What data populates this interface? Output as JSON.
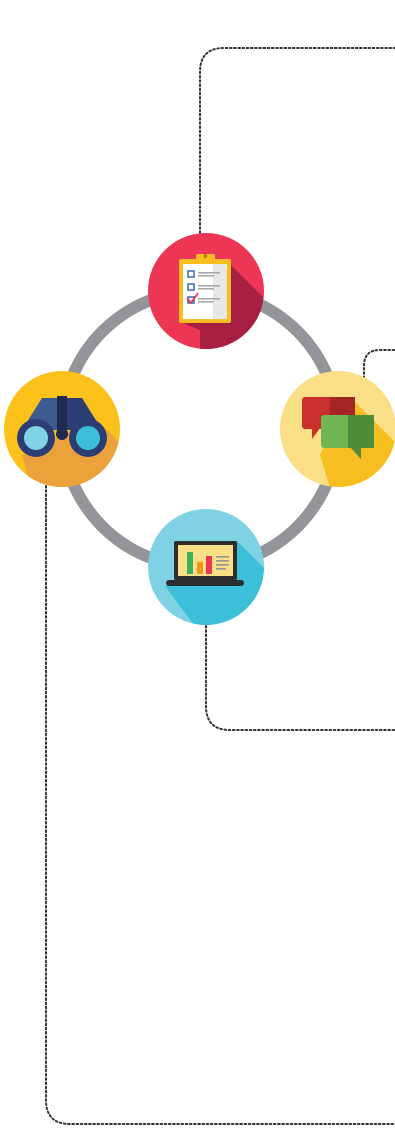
{
  "diagram": {
    "ring_color": "#939598",
    "connector_color": "#333333",
    "nodes": [
      {
        "id": "checklist",
        "icon": "clipboard-checklist-icon",
        "bg": "#ed3556",
        "shadow": "#a82041"
      },
      {
        "id": "chat",
        "icon": "speech-bubbles-icon",
        "bg": "#fbdf86",
        "shadow": "#f7be21"
      },
      {
        "id": "analytics",
        "icon": "laptop-bar-chart-icon",
        "bg": "#7fd2e4",
        "shadow": "#3cbfd9"
      },
      {
        "id": "binoculars",
        "icon": "binoculars-icon",
        "bg": "#fcc21b",
        "shadow": "#eba23a"
      }
    ]
  }
}
